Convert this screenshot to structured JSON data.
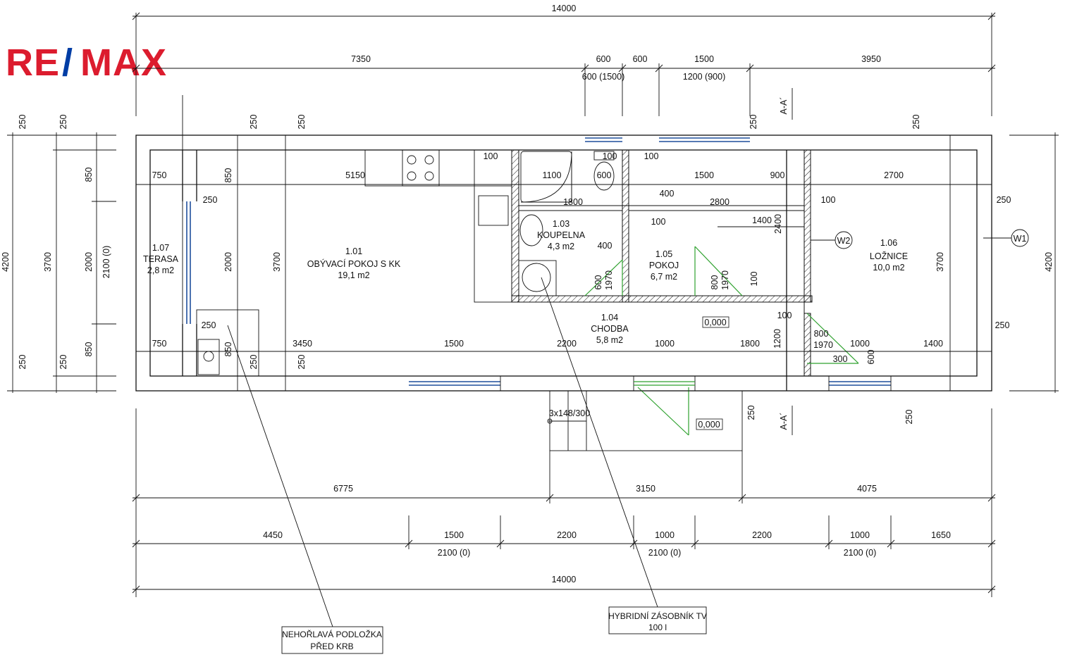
{
  "brand": {
    "logo_left": "RE",
    "logo_slash": "/",
    "logo_right": "MAX",
    "color_red": "#dc1c2e",
    "color_blue": "#003da5"
  },
  "dimensions": {
    "top_total": "14000",
    "top_row": [
      "7350",
      "600",
      "600",
      "1500",
      "3950"
    ],
    "top_sub": [
      "600 (1500)",
      "1200 (900)"
    ],
    "bottom_row1": [
      "6775",
      "3150",
      "4075"
    ],
    "bottom_row2": [
      "4450",
      "1500",
      "2200",
      "1000",
      "2200",
      "1000",
      "1650"
    ],
    "bottom_sub": [
      "2100 (0)",
      "2100 (0)",
      "2100 (0)"
    ],
    "bottom_total": "14000",
    "left_outer": "4200",
    "left_mid": "3700",
    "left_inner": [
      "2000",
      "850",
      "850"
    ],
    "left_inner_sub": "2100 (0)",
    "right_outer": "4200",
    "wall_250": "250",
    "interior": {
      "d750": "750",
      "d5150": "5150",
      "d850": "850",
      "d2000": "2000",
      "d3700": "3700",
      "d3450": "3450",
      "d1500": "1500",
      "d2200": "2200",
      "d1000": "1000",
      "d1800": "1800",
      "d1400": "1400",
      "d100": "100",
      "d1100": "1100",
      "d600": "600",
      "d400": "400",
      "d900": "900",
      "d2700": "2700",
      "d2800": "2800",
      "d2400": "2400",
      "d1970": "1970",
      "d800": "800",
      "d1200": "1200",
      "d300": "300",
      "stairs": "3x148/300"
    },
    "levels": [
      "0,000",
      "0,000"
    ],
    "section_marks": [
      "A-A´",
      "A-A´"
    ],
    "wall_tags": [
      "W1",
      "W2"
    ]
  },
  "rooms": [
    {
      "code": "1.01",
      "name": "OBÝVACÍ POKOJ S KK",
      "area": "19,1 m2"
    },
    {
      "code": "1.03",
      "name": "KOUPELNA",
      "area": "4,3 m2"
    },
    {
      "code": "1.04",
      "name": "CHODBA",
      "area": "5,8 m2"
    },
    {
      "code": "1.05",
      "name": "POKOJ",
      "area": "6,7 m2"
    },
    {
      "code": "1.06",
      "name": "LOŽNICE",
      "area": "10,0 m2"
    },
    {
      "code": "1.07",
      "name": "TERASA",
      "area": "2,8 m2"
    }
  ],
  "notes": {
    "fireplace_line1": "NEHOŘLAVÁ PODLOŽKA",
    "fireplace_line2": "PŘED KRB",
    "boiler_line1": "HYBRIDNÍ ZÁSOBNÍK TV",
    "boiler_line2": "100 l"
  }
}
